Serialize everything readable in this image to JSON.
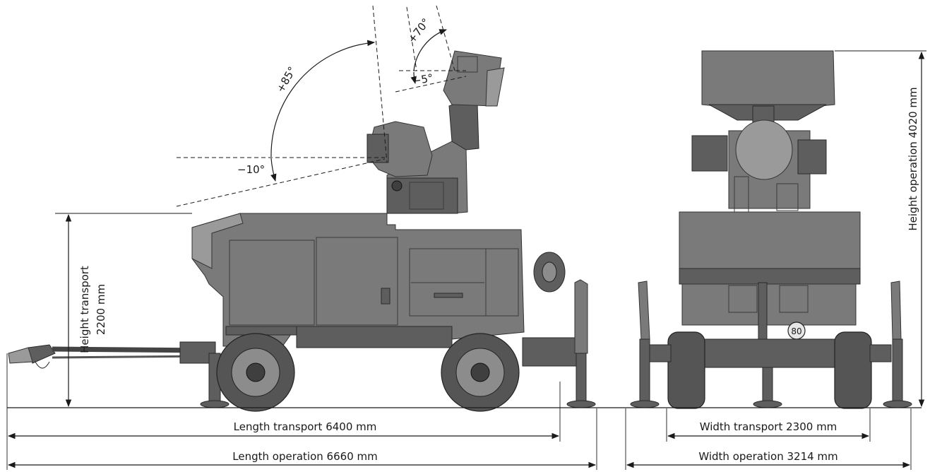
{
  "angles": {
    "radar_up": "+70°",
    "radar_down": "−5°",
    "gun_up": "+85°",
    "gun_down": "−10°"
  },
  "dimensions": {
    "height_transport_line1": "Height transport",
    "height_transport_line2": "2200 mm",
    "height_operation": "Height operation 4020 mm",
    "length_transport": "Length transport 6400 mm",
    "length_operation": "Length operation 6660 mm",
    "width_transport": "Width transport 2300 mm",
    "width_operation": "Width operation 3214 mm"
  },
  "markings": {
    "speed_plate": "80"
  },
  "colors": {
    "vehicle_body": "#7a7a7a",
    "vehicle_dark": "#5e5e5e",
    "line": "#1a1a1a"
  }
}
